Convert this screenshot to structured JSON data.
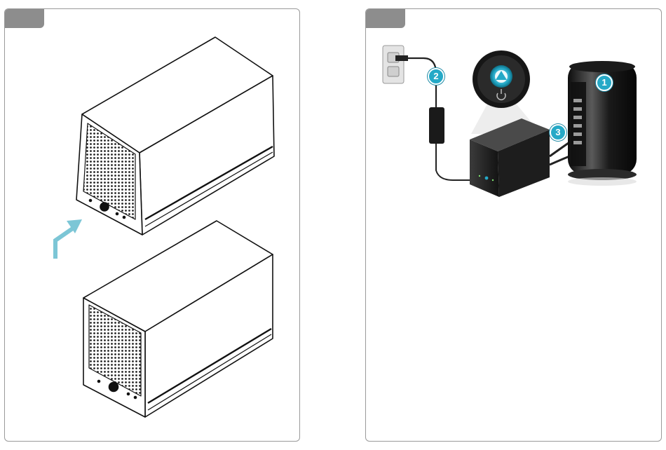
{
  "panels": [
    {
      "id": "left",
      "step_label": ""
    },
    {
      "id": "right",
      "step_label": ""
    }
  ],
  "callouts": {
    "mac": "1",
    "power": "2",
    "cable": "3"
  },
  "colors": {
    "accent": "#25a9c7",
    "tab": "#8d8d8d",
    "border": "#9a9a9a",
    "arrow": "#7cc6d6"
  },
  "icons": [
    "insert-arrow-icon",
    "power-icon",
    "logo-icon"
  ]
}
